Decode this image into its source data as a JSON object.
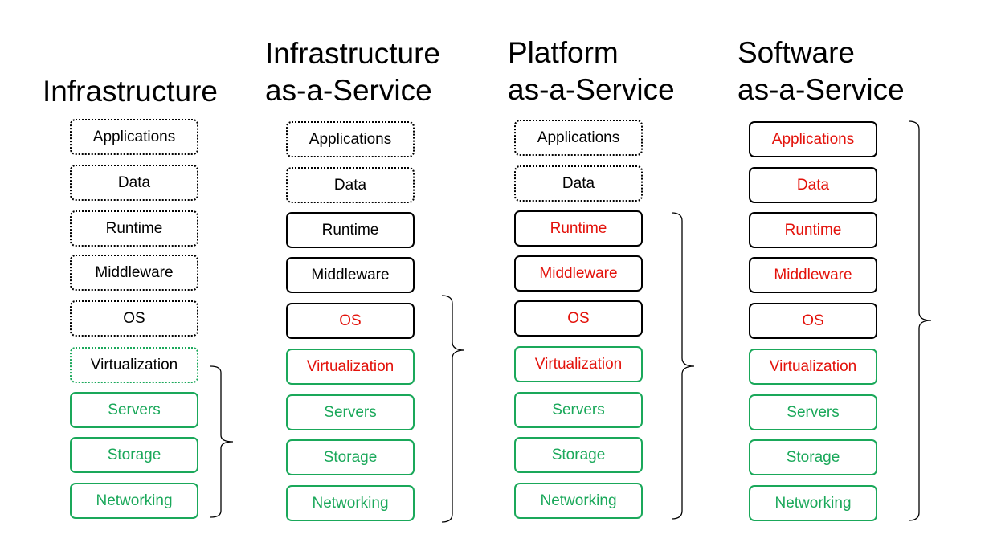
{
  "columns": [
    {
      "title_lines": [
        "Infrastructure"
      ],
      "layers": [
        {
          "label": "Applications",
          "style": "dotted"
        },
        {
          "label": "Data",
          "style": "dotted"
        },
        {
          "label": "Runtime",
          "style": "dotted"
        },
        {
          "label": "Middleware",
          "style": "dotted"
        },
        {
          "label": "OS",
          "style": "dotted"
        },
        {
          "label": "Virtualization",
          "style": "dotted-green"
        },
        {
          "label": "Servers",
          "style": "solid-green"
        },
        {
          "label": "Storage",
          "style": "solid-green"
        },
        {
          "label": "Networking",
          "style": "solid-green"
        }
      ]
    },
    {
      "title_lines": [
        "Infrastructure",
        "as-a-Service"
      ],
      "layers": [
        {
          "label": "Applications",
          "style": "dotted"
        },
        {
          "label": "Data",
          "style": "dotted"
        },
        {
          "label": "Runtime",
          "style": "solid-black"
        },
        {
          "label": "Middleware",
          "style": "solid-black"
        },
        {
          "label": "OS",
          "style": "solid-black-red"
        },
        {
          "label": "Virtualization",
          "style": "solid-green-red"
        },
        {
          "label": "Servers",
          "style": "solid-green"
        },
        {
          "label": "Storage",
          "style": "solid-green"
        },
        {
          "label": "Networking",
          "style": "solid-green"
        }
      ]
    },
    {
      "title_lines": [
        "Platform",
        "as-a-Service"
      ],
      "layers": [
        {
          "label": "Applications",
          "style": "dotted"
        },
        {
          "label": "Data",
          "style": "dotted"
        },
        {
          "label": "Runtime",
          "style": "solid-black-red"
        },
        {
          "label": "Middleware",
          "style": "solid-black-red"
        },
        {
          "label": "OS",
          "style": "solid-black-red"
        },
        {
          "label": "Virtualization",
          "style": "solid-green-red"
        },
        {
          "label": "Servers",
          "style": "solid-green"
        },
        {
          "label": "Storage",
          "style": "solid-green"
        },
        {
          "label": "Networking",
          "style": "solid-green"
        }
      ]
    },
    {
      "title_lines": [
        "Software",
        "as-a-Service"
      ],
      "layers": [
        {
          "label": "Applications",
          "style": "solid-black-red"
        },
        {
          "label": "Data",
          "style": "solid-black-red"
        },
        {
          "label": "Runtime",
          "style": "solid-black-red"
        },
        {
          "label": "Middleware",
          "style": "solid-black-red"
        },
        {
          "label": "OS",
          "style": "solid-black-red"
        },
        {
          "label": "Virtualization",
          "style": "solid-green-red"
        },
        {
          "label": "Servers",
          "style": "solid-green"
        },
        {
          "label": "Storage",
          "style": "solid-green"
        },
        {
          "label": "Networking",
          "style": "solid-green"
        }
      ]
    }
  ],
  "colors": {
    "managed_text_red": "#e3120b",
    "hardware_green": "#1aa85a",
    "customer_black": "#000000"
  }
}
